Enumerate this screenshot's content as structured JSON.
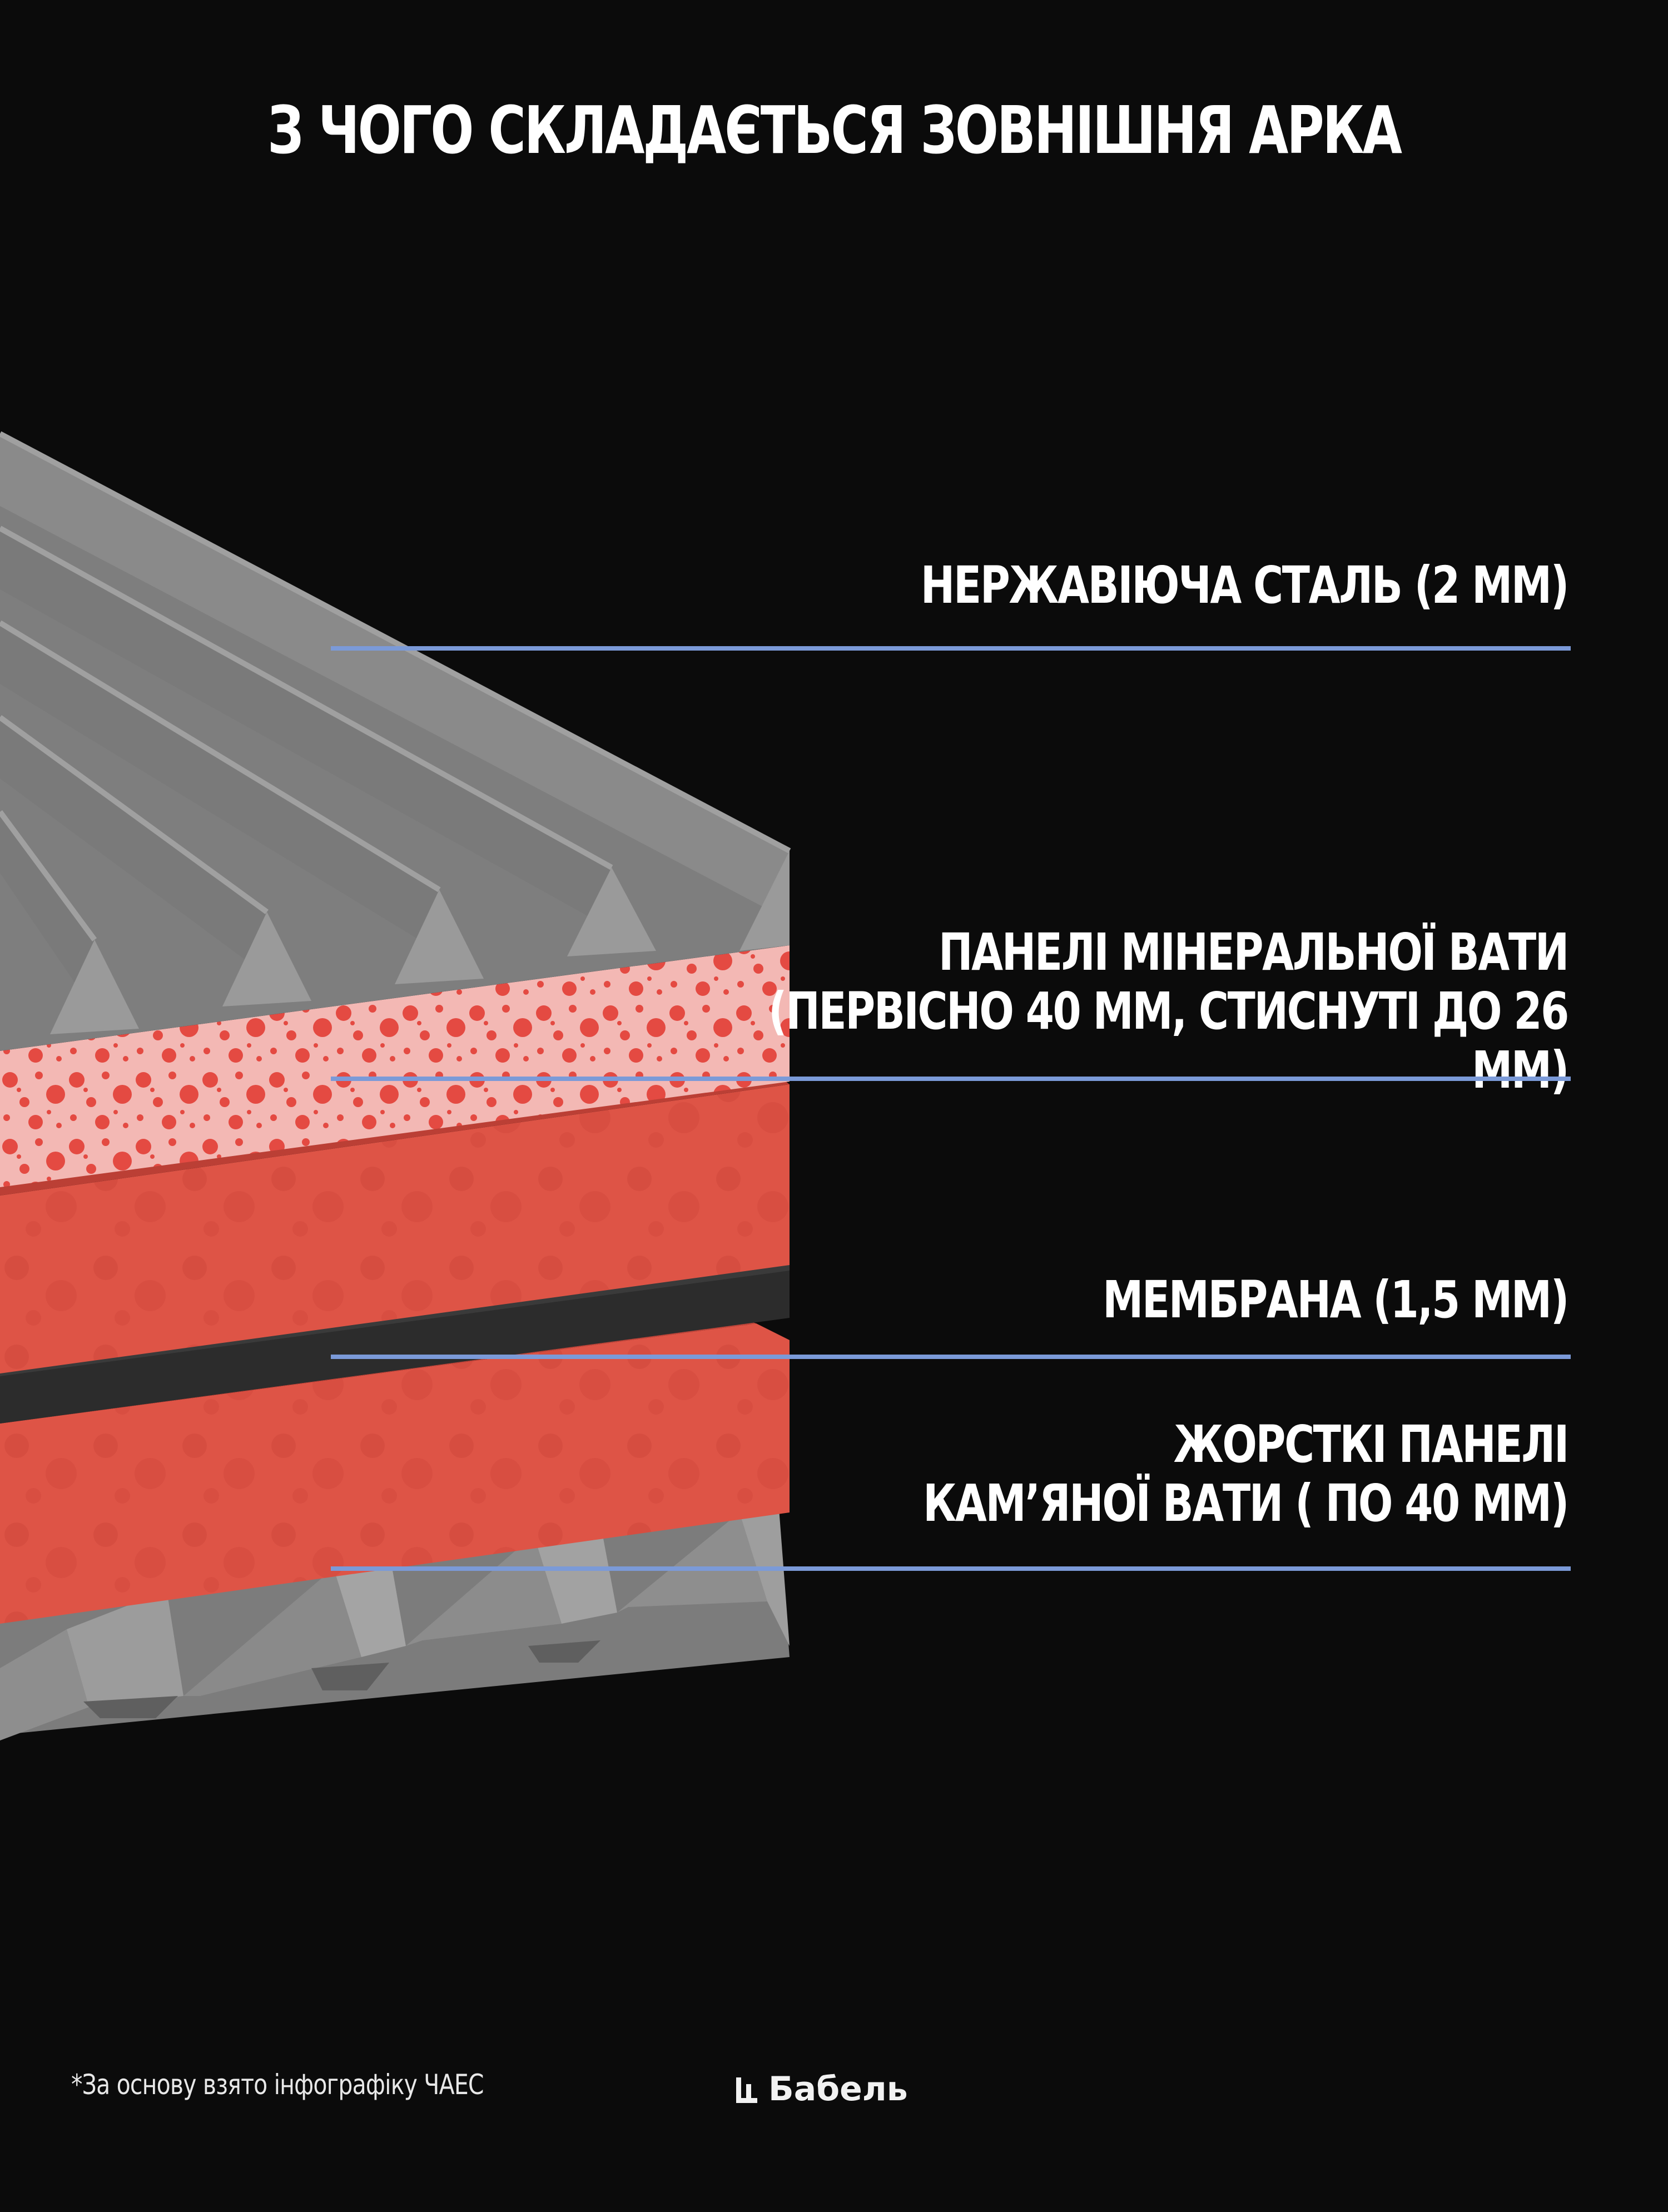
{
  "title": "З ЧОГО СКЛАДАЄТЬСЯ ЗОВНІШНЯ АРКА",
  "layers": [
    {
      "id": "steel",
      "lines": [
        "НЕРЖАВІЮЧА СТАЛЬ (2 ММ)"
      ]
    },
    {
      "id": "mineral-wool",
      "lines": [
        "ПАНЕЛІ МІНЕРАЛЬНОЇ ВАТИ",
        "(ПЕРВІСНО 40 ММ, СТИСНУТІ ДО 26 ММ)"
      ]
    },
    {
      "id": "membrane",
      "lines": [
        "МЕМБРАНА (1,5 ММ)"
      ]
    },
    {
      "id": "stone-wool",
      "lines": [
        "ЖОРСТКІ ПАНЕЛІ",
        "КАМ’ЯНОЇ ВАТИ ( ПО 40 ММ)"
      ]
    }
  ],
  "footnote": "*За основу взято інфографіку ЧАЕС",
  "brand": {
    "name": "Бабель",
    "icon": "babel-logo-icon"
  },
  "colors": {
    "background": "#0b0b0b",
    "steel": "#7a7a7a",
    "steel_light": "#9a9a9a",
    "steel_dark": "#555555",
    "wool_pink": "#f2b7b3",
    "wool_red": "#e0473f",
    "stone_wool": "#dd5447",
    "membrane": "#2c2c2c",
    "rule": "#7b9ad8"
  }
}
